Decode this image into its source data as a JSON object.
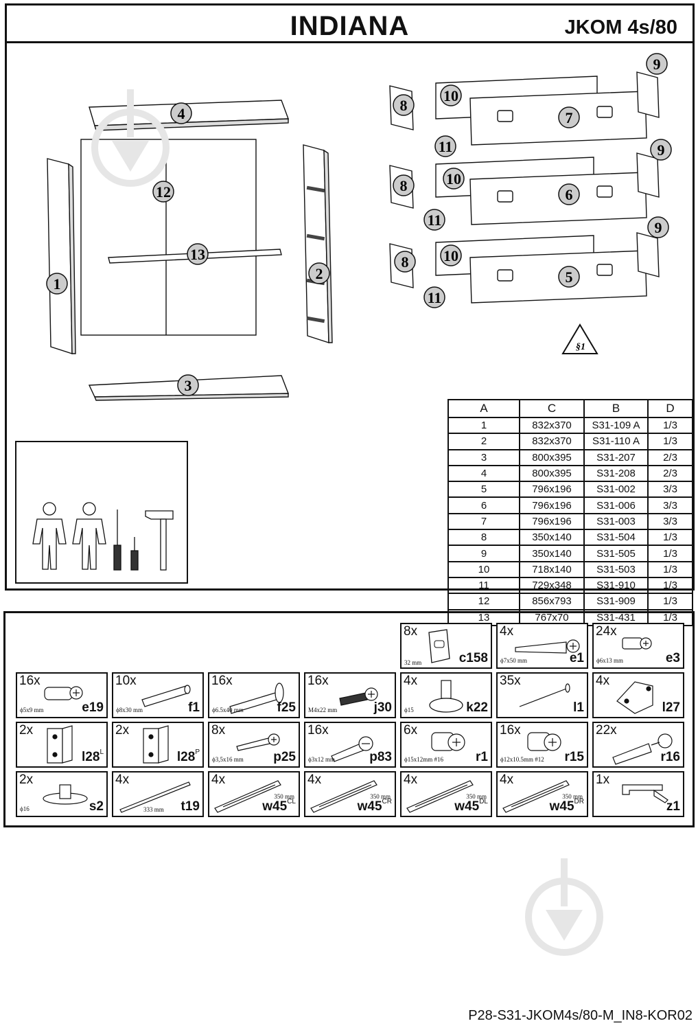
{
  "header": {
    "title": "INDIANA",
    "code": "JKOM 4s/80"
  },
  "callouts": [
    "1",
    "2",
    "3",
    "4",
    "5",
    "6",
    "7",
    "8",
    "9",
    "10",
    "11",
    "12",
    "13"
  ],
  "section_label": "§1",
  "parts_table": {
    "headers": [
      "A",
      "C",
      "B",
      "D"
    ],
    "rows": [
      [
        "1",
        "832x370",
        "S31-109 A",
        "1/3"
      ],
      [
        "2",
        "832x370",
        "S31-110 A",
        "1/3"
      ],
      [
        "3",
        "800x395",
        "S31-207",
        "2/3"
      ],
      [
        "4",
        "800x395",
        "S31-208",
        "2/3"
      ],
      [
        "5",
        "796x196",
        "S31-002",
        "3/3"
      ],
      [
        "6",
        "796x196",
        "S31-006",
        "3/3"
      ],
      [
        "7",
        "796x196",
        "S31-003",
        "3/3"
      ],
      [
        "8",
        "350x140",
        "S31-504",
        "1/3"
      ],
      [
        "9",
        "350x140",
        "S31-505",
        "1/3"
      ],
      [
        "10",
        "718x140",
        "S31-503",
        "1/3"
      ],
      [
        "11",
        "729x348",
        "S31-910",
        "1/3"
      ],
      [
        "12",
        "856x793",
        "S31-909",
        "1/3"
      ],
      [
        "13",
        "767x70",
        "S31-431",
        "1/3"
      ]
    ]
  },
  "tools": [
    "person-icon",
    "person-icon",
    "phillips-screwdriver-icon",
    "flat-screwdriver-icon",
    "hammer-icon"
  ],
  "hardware": [
    {
      "qty": "8x",
      "code": "c158",
      "sup": "",
      "dim": "32 mm",
      "icon": "handle-icon"
    },
    {
      "qty": "4x",
      "code": "e1",
      "sup": "",
      "dim": "ϕ7x50 mm",
      "icon": "confirmat-screw-icon"
    },
    {
      "qty": "24x",
      "code": "e3",
      "sup": "",
      "dim": "ϕ6x13 mm",
      "icon": "screw-icon"
    },
    {
      "qty": "16x",
      "code": "e19",
      "sup": "",
      "dim": "ϕ5x9 mm",
      "icon": "euro-screw-icon"
    },
    {
      "qty": "10x",
      "code": "f1",
      "sup": "",
      "dim": "ϕ8x30 mm",
      "icon": "dowel-icon"
    },
    {
      "qty": "16x",
      "code": "f25",
      "sup": "",
      "dim": "ϕ6.5x40 mm",
      "icon": "connector-bolt-icon"
    },
    {
      "qty": "16x",
      "code": "j30",
      "sup": "",
      "dim": "M4x22 mm",
      "icon": "handle-bolt-icon"
    },
    {
      "qty": "4x",
      "code": "k22",
      "sup": "",
      "dim": "ϕ15",
      "icon": "glide-foot-icon"
    },
    {
      "qty": "35x",
      "code": "l1",
      "sup": "",
      "dim": "",
      "icon": "nail-icon"
    },
    {
      "qty": "4x",
      "code": "l27",
      "sup": "",
      "dim": "",
      "icon": "corner-bracket-icon"
    },
    {
      "qty": "2x",
      "code": "l28",
      "sup": "L",
      "dim": "",
      "icon": "angle-bracket-icon"
    },
    {
      "qty": "2x",
      "code": "l28",
      "sup": "P",
      "dim": "",
      "icon": "angle-bracket-icon"
    },
    {
      "qty": "8x",
      "code": "p25",
      "sup": "",
      "dim": "ϕ3,5x16 mm",
      "icon": "wood-screw-icon"
    },
    {
      "qty": "16x",
      "code": "p83",
      "sup": "",
      "dim": "ϕ3x12 mm",
      "icon": "short-screw-icon"
    },
    {
      "qty": "6x",
      "code": "r1",
      "sup": "",
      "dim": "ϕ15x12mm #16",
      "icon": "cam-lock-icon"
    },
    {
      "qty": "16x",
      "code": "r15",
      "sup": "",
      "dim": "ϕ12x10.5mm #12",
      "icon": "cam-lock-icon"
    },
    {
      "qty": "22x",
      "code": "r16",
      "sup": "",
      "dim": "",
      "icon": "cam-bolt-icon"
    },
    {
      "qty": "2x",
      "code": "s2",
      "sup": "",
      "dim": "ϕ16",
      "icon": "disc-pad-icon"
    },
    {
      "qty": "4x",
      "code": "t19",
      "sup": "",
      "dim": "333 mm",
      "icon": "rod-icon"
    },
    {
      "qty": "4x",
      "code": "w45",
      "sup": "CL",
      "dim": "350 mm",
      "icon": "drawer-slide-icon"
    },
    {
      "qty": "4x",
      "code": "w45",
      "sup": "CR",
      "dim": "350 mm",
      "icon": "drawer-slide-icon"
    },
    {
      "qty": "4x",
      "code": "w45",
      "sup": "DL",
      "dim": "350 mm",
      "icon": "drawer-slide-icon"
    },
    {
      "qty": "4x",
      "code": "w45",
      "sup": "DR",
      "dim": "350 mm",
      "icon": "drawer-slide-icon"
    },
    {
      "qty": "1x",
      "code": "z1",
      "sup": "",
      "dim": "",
      "icon": "hex-key-icon"
    }
  ],
  "footer": "P28-S31-JKOM4s/80-M_IN8-KOR02"
}
